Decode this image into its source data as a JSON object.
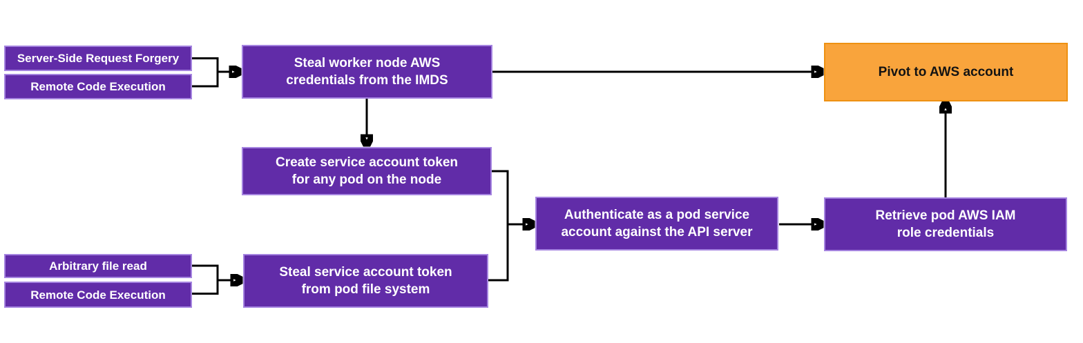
{
  "diagram": {
    "background": "#ffffff",
    "colors": {
      "node_fill": "#612ca8",
      "node_border": "#a584e0",
      "node_text": "#ffffff",
      "goal_fill": "#f9a43c",
      "goal_border": "#ee9112",
      "goal_text": "#131313",
      "arrow": "#000000"
    },
    "nodes": {
      "ssrf": {
        "label": "Server-Side Request Forgery",
        "lines": [
          "Server-Side Request Forgery"
        ]
      },
      "rce_top": {
        "label": "Remote Code Execution",
        "lines": [
          "Remote Code Execution"
        ]
      },
      "steal_node_creds": {
        "label": "Steal worker node AWS credentials from the IMDS",
        "lines": [
          "Steal worker node AWS",
          "credentials from the IMDS"
        ]
      },
      "pivot": {
        "label": "Pivot to AWS account",
        "lines": [
          "Pivot to AWS account"
        ]
      },
      "create_token": {
        "label": "Create service account token for any pod on the node",
        "lines": [
          "Create service account token",
          "for any pod on the node"
        ]
      },
      "auth_api": {
        "label": "Authenticate as a pod service account against the API server",
        "lines": [
          "Authenticate as a pod service",
          "account against the API server"
        ]
      },
      "retrieve_iam": {
        "label": "Retrieve pod AWS IAM role credentials",
        "lines": [
          "Retrieve pod AWS IAM",
          "role credentials"
        ]
      },
      "file_read": {
        "label": "Arbitrary file read",
        "lines": [
          "Arbitrary file read"
        ]
      },
      "rce_bottom": {
        "label": "Remote Code Execution",
        "lines": [
          "Remote Code Execution"
        ]
      },
      "steal_pod_token": {
        "label": "Steal service account token from pod file system",
        "lines": [
          "Steal service account token",
          "from pod file system"
        ]
      }
    },
    "edges": [
      {
        "from": "ssrf",
        "to": "steal_node_creds"
      },
      {
        "from": "rce_top",
        "to": "steal_node_creds"
      },
      {
        "from": "steal_node_creds",
        "to": "pivot"
      },
      {
        "from": "steal_node_creds",
        "to": "create_token"
      },
      {
        "from": "file_read",
        "to": "steal_pod_token"
      },
      {
        "from": "rce_bottom",
        "to": "steal_pod_token"
      },
      {
        "from": "create_token",
        "to": "auth_api"
      },
      {
        "from": "steal_pod_token",
        "to": "auth_api"
      },
      {
        "from": "auth_api",
        "to": "retrieve_iam"
      },
      {
        "from": "retrieve_iam",
        "to": "pivot"
      }
    ]
  }
}
